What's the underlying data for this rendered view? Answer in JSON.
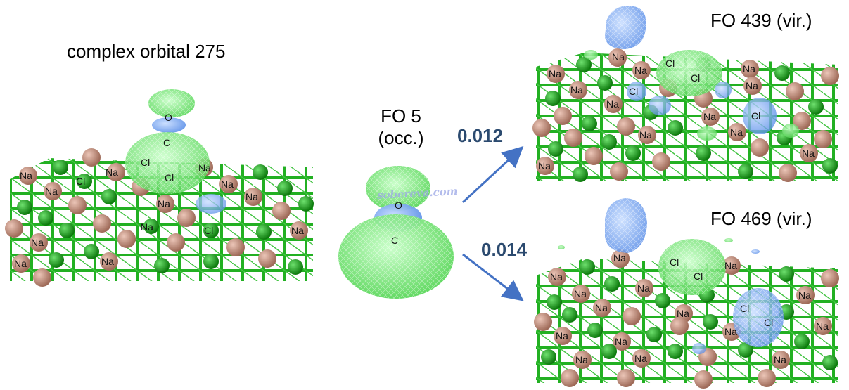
{
  "labels": {
    "complex_orbital": "complex orbital 275",
    "fo5_line1": "FO 5",
    "fo5_line2": "(occ.)",
    "fo439": "FO 439 (vir.)",
    "fo469": "FO 469 (vir.)"
  },
  "values": {
    "top": "0.012",
    "bottom": "0.014"
  },
  "watermark": "sobereva.com",
  "atoms": {
    "oxygen": "O",
    "carbon": "C",
    "chlorine": "Cl",
    "sodium": "Na"
  },
  "colors": {
    "lattice_green": "#1fae1f",
    "chlorine_atom": "#1a9a1a",
    "sodium_atom": "#c28a78",
    "orbital_green": "#8ef08e",
    "orbital_blue": "#7aa8f5",
    "arrow": "#4472c4",
    "value_text": "#2b4a6f"
  }
}
